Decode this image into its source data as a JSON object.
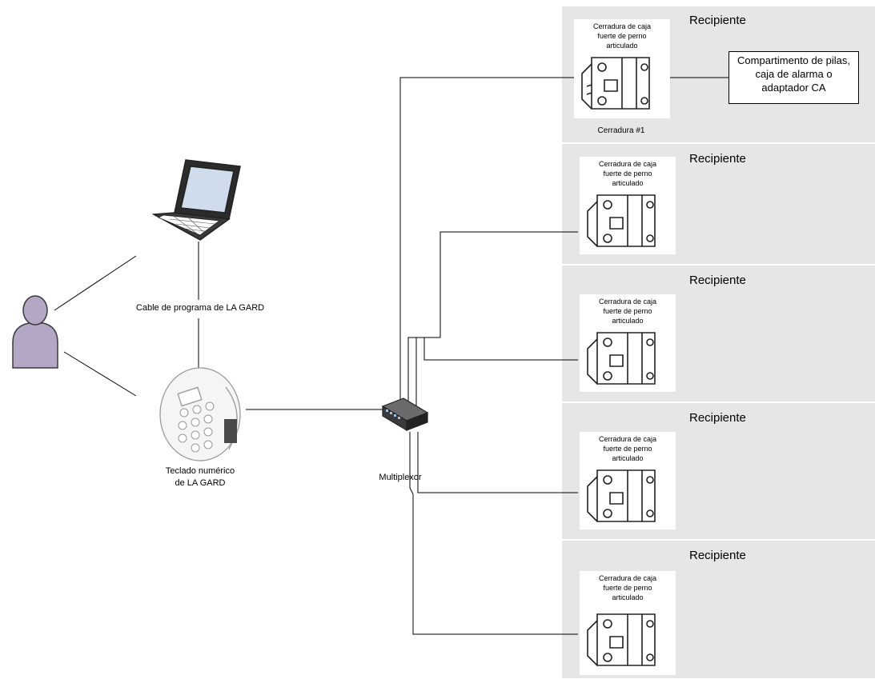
{
  "container_title": "Recipiente",
  "lock_caption": "Cerradura de caja\nfuerte de perno\narticulado",
  "lock1_label": "Cerradura #1",
  "power_box": "Compartimento de pilas,\ncaja de alarma o\nadaptador CA",
  "cable_label": "Cable de programa de LA GARD",
  "keypad_label": "Teclado numérico\nde LA GARD",
  "multiplexer_label": "Multiplexor",
  "colors": {
    "panel": "#e6e6e6",
    "user": "#b4a7c6",
    "line": "#000000"
  }
}
